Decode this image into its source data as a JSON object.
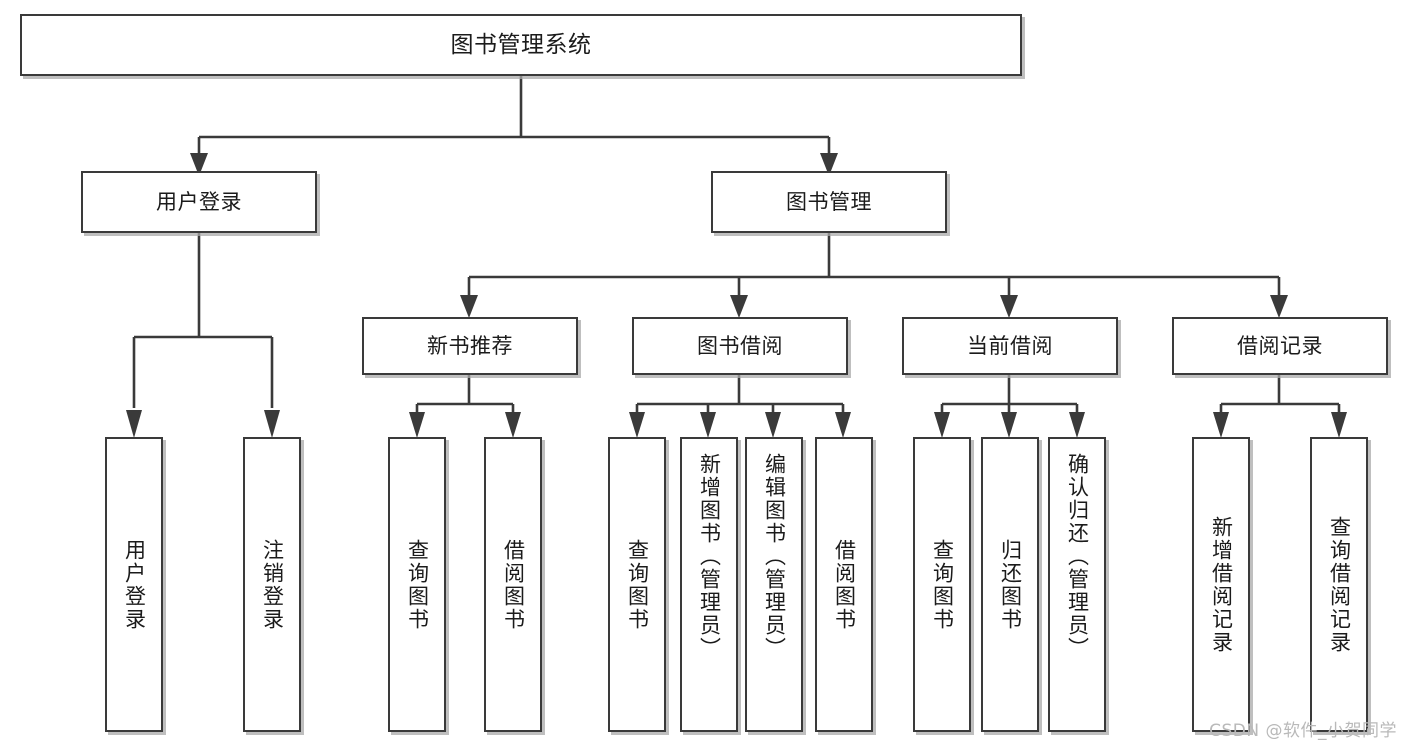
{
  "diagram": {
    "type": "tree",
    "title": "图书管理系统",
    "root": {
      "label": "图书管理系统"
    },
    "level2": [
      {
        "label": "用户登录"
      },
      {
        "label": "图书管理"
      }
    ],
    "level3": [
      {
        "label": "新书推荐"
      },
      {
        "label": "图书借阅"
      },
      {
        "label": "当前借阅"
      },
      {
        "label": "借阅记录"
      }
    ],
    "leaves": {
      "user_login": [
        {
          "label": "用户登录"
        },
        {
          "label": "注销登录"
        }
      ],
      "new_book": [
        {
          "label": "查询图书"
        },
        {
          "label": "借阅图书"
        }
      ],
      "book_borrow": [
        {
          "label": "查询图书"
        },
        {
          "label": "新增图书（管理员）"
        },
        {
          "label": "编辑图书（管理员）"
        },
        {
          "label": "借阅图书"
        }
      ],
      "current_borrow": [
        {
          "label": "查询图书"
        },
        {
          "label": "归还图书"
        },
        {
          "label": "确认归还（管理员）"
        }
      ],
      "borrow_record": [
        {
          "label": "新增借阅记录"
        },
        {
          "label": "查询借阅记录"
        }
      ]
    }
  },
  "watermark": {
    "text": "CSDN @软件_小贺同学"
  },
  "colors": {
    "stroke": "#3a3a3a",
    "text": "#1b1b1b",
    "background": "#ffffff",
    "watermark": "#b9b9b9"
  }
}
